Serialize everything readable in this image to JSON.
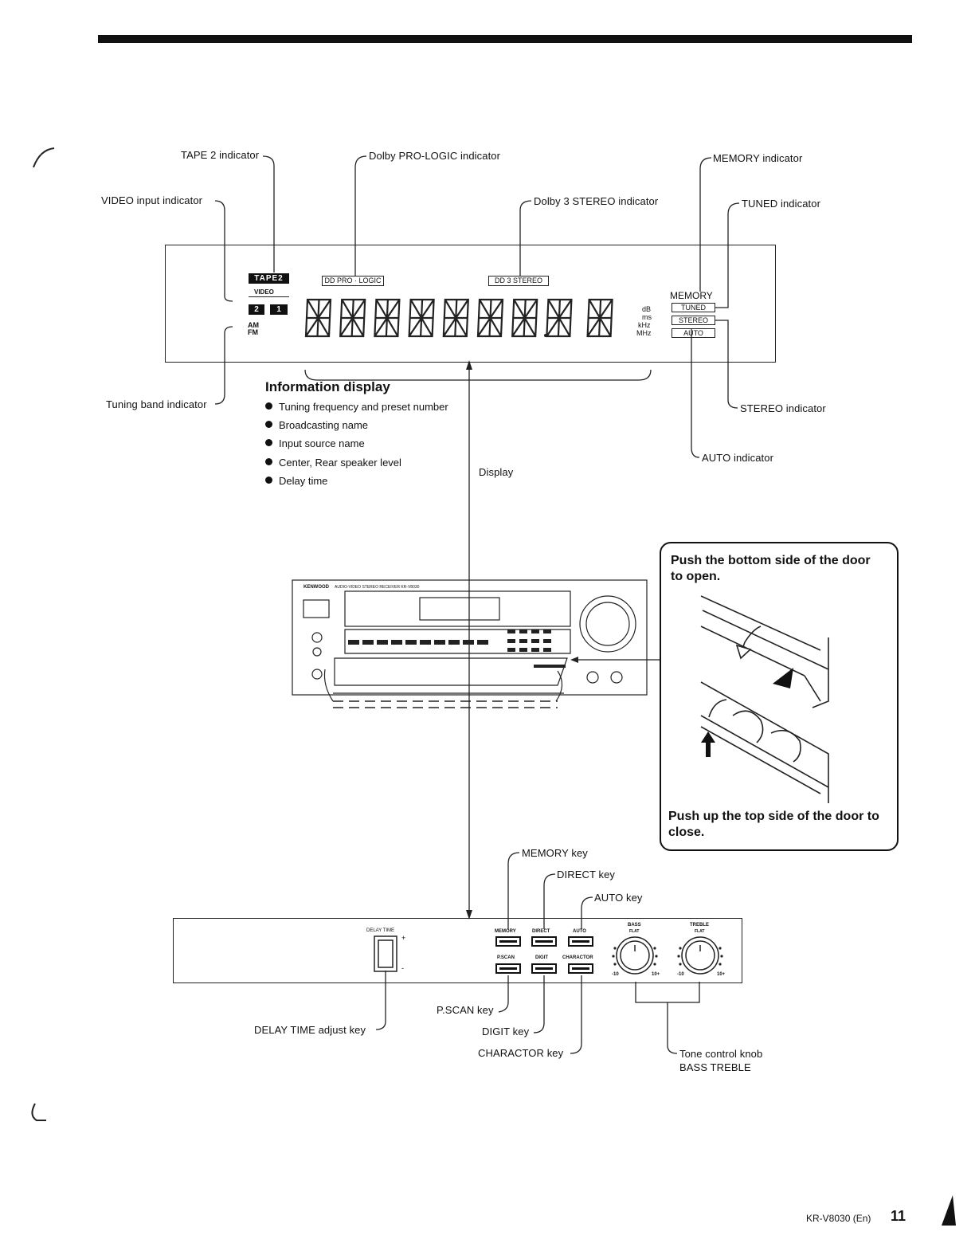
{
  "callouts": {
    "tape2": "TAPE 2 indicator",
    "video_input": "VIDEO input  indicator",
    "dolby_prologic": "Dolby PRO-LOGIC indicator",
    "dolby3": "Dolby 3 STEREO indicator",
    "memory_ind": "MEMORY indicator",
    "tuned_ind": "TUNED indicator",
    "tuning_band": "Tuning band indicator",
    "stereo_ind": "STEREO indicator",
    "auto_ind": "AUTO indicator",
    "display": "Display"
  },
  "fl_display": {
    "tape2_badge": "TAPE2",
    "video": "VIDEO",
    "video_2": "2",
    "video_1": "1",
    "am": "AM",
    "fm": "FM",
    "prologic": "DD PRO · LOGIC",
    "stereo3": "DD 3  STEREO",
    "memory": "MEMORY",
    "tuned": "TUNED",
    "stereo": "STEREO",
    "auto": "AUTO",
    "units": [
      "dB",
      "ms",
      "kHz",
      "MHz"
    ],
    "digit_count": 9
  },
  "info": {
    "title": "Information display",
    "items": [
      "Tuning frequency and preset number",
      "Broadcasting name",
      "Input source name",
      "Center, Rear speaker level",
      "Delay time"
    ]
  },
  "receiver": {
    "brand": "KENWOOD",
    "model_caption": "AUDIO-VIDEO STEREO RECEIVER KR-V8030"
  },
  "door": {
    "open_text": "Push the bottom side of the door to open.",
    "close_text": "Push up the top side of the door to close."
  },
  "subpanel": {
    "delay_time": "DELAY TIME",
    "plus": "+",
    "minus": "-",
    "keys": {
      "memory": "MEMORY",
      "direct": "DIRECT",
      "auto": "AUTO",
      "pscan": "P.SCAN",
      "digit": "DIGIT",
      "charactor": "CHARACTOR"
    },
    "bass": "BASS",
    "treble": "TREBLE",
    "flat": "FLAT",
    "scale_min": "-10",
    "scale_max": "10+"
  },
  "key_callouts": {
    "memory_key": "MEMORY key",
    "direct_key": "DIRECT key",
    "auto_key": "AUTO key",
    "pscan_key": "P.SCAN key",
    "digit_key": "DIGIT key",
    "charactor_key": "CHARACTOR  key",
    "delay_key": "DELAY TIME adjust key",
    "tone_knob": "Tone control knob",
    "tone_knob_sub": "BASS TREBLE"
  },
  "footer": {
    "model": "KR-V8030 (En)",
    "page": "11"
  }
}
